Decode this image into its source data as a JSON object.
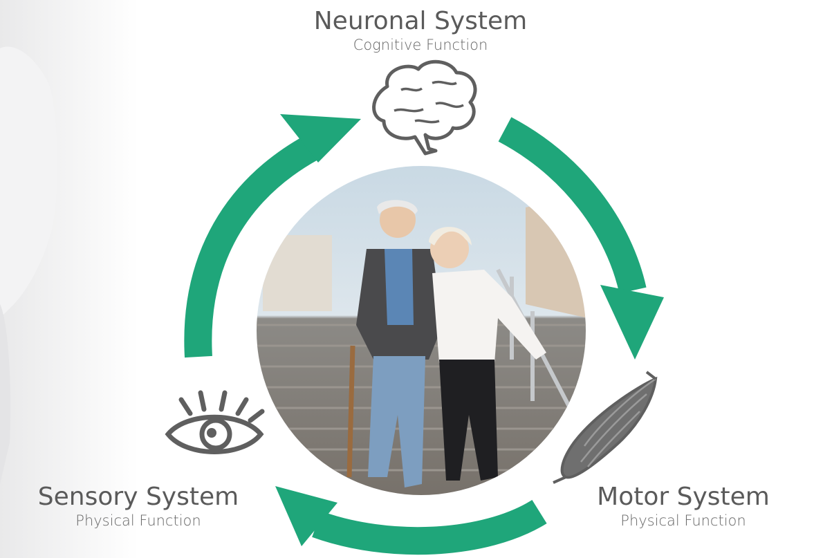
{
  "nodes": {
    "top": {
      "title": "Neuronal System",
      "subtitle": "Cognitive Function",
      "icon": "brain-icon"
    },
    "left": {
      "title": "Sensory System",
      "subtitle": "Physical Function",
      "icon": "eye-icon"
    },
    "right": {
      "title": "Motor System",
      "subtitle": "Physical Function",
      "icon": "muscle-icon"
    }
  },
  "center_image": "elderly-couple-walking-down-stairs-photo",
  "colors": {
    "arrow": "#1fa67a",
    "text": "#5a5a5a",
    "icon": "#5f5f5f"
  }
}
